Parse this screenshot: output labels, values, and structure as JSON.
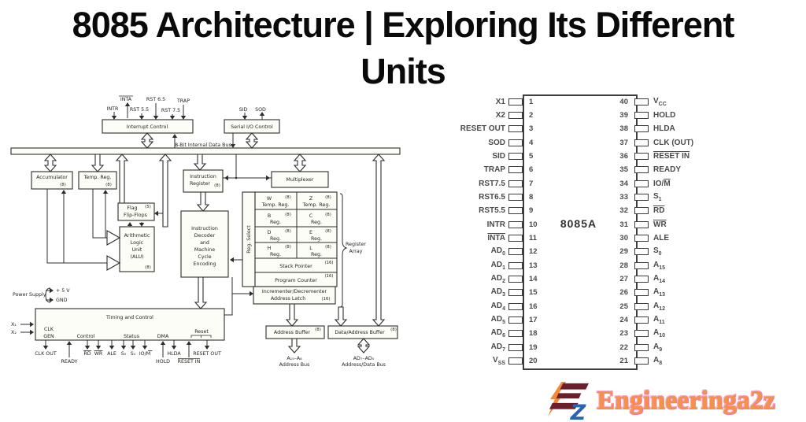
{
  "title": {
    "line1": "8085 Architecture | Exploring Its Different",
    "line2": "Units"
  },
  "bd": {
    "sig": {
      "intr": "INTR",
      "inta": "INTA",
      "rst55": "RST 5.5",
      "rst65": "RST 6.5",
      "rst75": "RST 7.5",
      "trap": "TRAP",
      "sid": "SID",
      "sod": "SOD"
    },
    "interrupt_control": "Interrupt Control",
    "serial_io": "Serial I/O Control",
    "bus": "8-Bit Internal Data Bus",
    "accumulator": "Accumulator",
    "temp_reg": "Temp. Reg.",
    "n8": "(8)",
    "n5": "(5)",
    "n16": "(16)",
    "flag": "Flag",
    "flip_flops": "Flip-Flops",
    "arithmetic": "Arithmetic",
    "logic": "Logic",
    "unit": "Unit",
    "alu": "(ALU)",
    "instruction": "Instruction",
    "register": "Register",
    "decoder": "Decoder",
    "and": "and",
    "machine": "Machine",
    "cycle": "Cycle",
    "encoding": "Encoding",
    "multiplexer": "Multiplexer",
    "reg_select": "Reg. Select",
    "regs": {
      "w": "W",
      "z": "Z",
      "b": "B",
      "c": "C",
      "d": "D",
      "e": "E",
      "h": "H",
      "l": "L"
    },
    "reg": "Reg.",
    "stack_pointer": "Stack Pointer",
    "program_counter": "Program Counter",
    "incr_decr": "Incrementer/Decrementer",
    "address_latch": "Address Latch",
    "register_array_1": "Register",
    "register_array_2": "Array",
    "power_supply": "Power Supply",
    "p5v": "+ 5 V",
    "gnd": "GND",
    "x1": "X₁",
    "x2": "X₂",
    "timing": "Timing and Control",
    "clk": "CLK",
    "gen": "GEN",
    "control": "Control",
    "status": "Status",
    "dma": "DMA",
    "reset": "Reset",
    "pins": {
      "clk_out": "CLK OUT",
      "ready": "READY",
      "rd": "RD",
      "wr": "WR",
      "ale": "ALE",
      "s0": "S₀",
      "s1": "S₁",
      "iom": "IO/M",
      "hold": "HOLD",
      "hlda": "HLDA",
      "reset_in": "RESET IN",
      "reset_out": "RESET OUT"
    },
    "addr_buffer": "Address Buffer",
    "data_addr_buffer": "Data/Address Buffer",
    "a_bus_1": "A₁₅–A₈",
    "a_bus_2": "Address Bus",
    "ad_bus_1": "AD₇–AD₀",
    "ad_bus_2": "Address/Data Bus"
  },
  "pinout": {
    "chip_name": "8085A",
    "left": [
      {
        "n": 1,
        "t": "X1"
      },
      {
        "n": 2,
        "t": "X2"
      },
      {
        "n": 3,
        "t": "RESET OUT"
      },
      {
        "n": 4,
        "t": "SOD"
      },
      {
        "n": 5,
        "t": "SID"
      },
      {
        "n": 6,
        "t": "TRAP"
      },
      {
        "n": 7,
        "t": "RST7.5"
      },
      {
        "n": 8,
        "t": "RST6.5"
      },
      {
        "n": 9,
        "t": "RST5.5"
      },
      {
        "n": 10,
        "t": "INTR"
      },
      {
        "n": 11,
        "t": "INTA",
        "bar": true
      },
      {
        "n": 12,
        "t": "AD",
        "sub": "0"
      },
      {
        "n": 13,
        "t": "AD",
        "sub": "1"
      },
      {
        "n": 14,
        "t": "AD",
        "sub": "2"
      },
      {
        "n": 15,
        "t": "AD",
        "sub": "3"
      },
      {
        "n": 16,
        "t": "AD",
        "sub": "4"
      },
      {
        "n": 17,
        "t": "AD",
        "sub": "5"
      },
      {
        "n": 18,
        "t": "AD",
        "sub": "6"
      },
      {
        "n": 19,
        "t": "AD",
        "sub": "7"
      },
      {
        "n": 20,
        "t": "V",
        "sub": "SS"
      }
    ],
    "right": [
      {
        "n": 40,
        "t": "V",
        "sub": "CC"
      },
      {
        "n": 39,
        "t": "HOLD"
      },
      {
        "n": 38,
        "t": "HLDA"
      },
      {
        "n": 37,
        "t": "CLK (OUT)"
      },
      {
        "n": 36,
        "t": "RESET IN",
        "bar": true
      },
      {
        "n": 35,
        "t": "READY"
      },
      {
        "n": 34,
        "t": "IO/",
        "barText": "M"
      },
      {
        "n": 33,
        "t": "S",
        "sub": "1"
      },
      {
        "n": 32,
        "t": "RD",
        "bar": true
      },
      {
        "n": 31,
        "t": "WR",
        "bar": true
      },
      {
        "n": 30,
        "t": "ALE"
      },
      {
        "n": 29,
        "t": "S",
        "sub": "0"
      },
      {
        "n": 28,
        "t": "A",
        "sub": "15"
      },
      {
        "n": 27,
        "t": "A",
        "sub": "14"
      },
      {
        "n": 26,
        "t": "A",
        "sub": "13"
      },
      {
        "n": 25,
        "t": "A",
        "sub": "12"
      },
      {
        "n": 24,
        "t": "A",
        "sub": "11"
      },
      {
        "n": 23,
        "t": "A",
        "sub": "10"
      },
      {
        "n": 22,
        "t": "A",
        "sub": "9"
      },
      {
        "n": 21,
        "t": "A",
        "sub": "8"
      }
    ]
  },
  "logo": {
    "text": "Engineeringa2z",
    "text_color": "#f6914a",
    "e_color": "#6e1d2b",
    "bolt_color": "#f08a3c",
    "z_color": "#2a66b0"
  }
}
